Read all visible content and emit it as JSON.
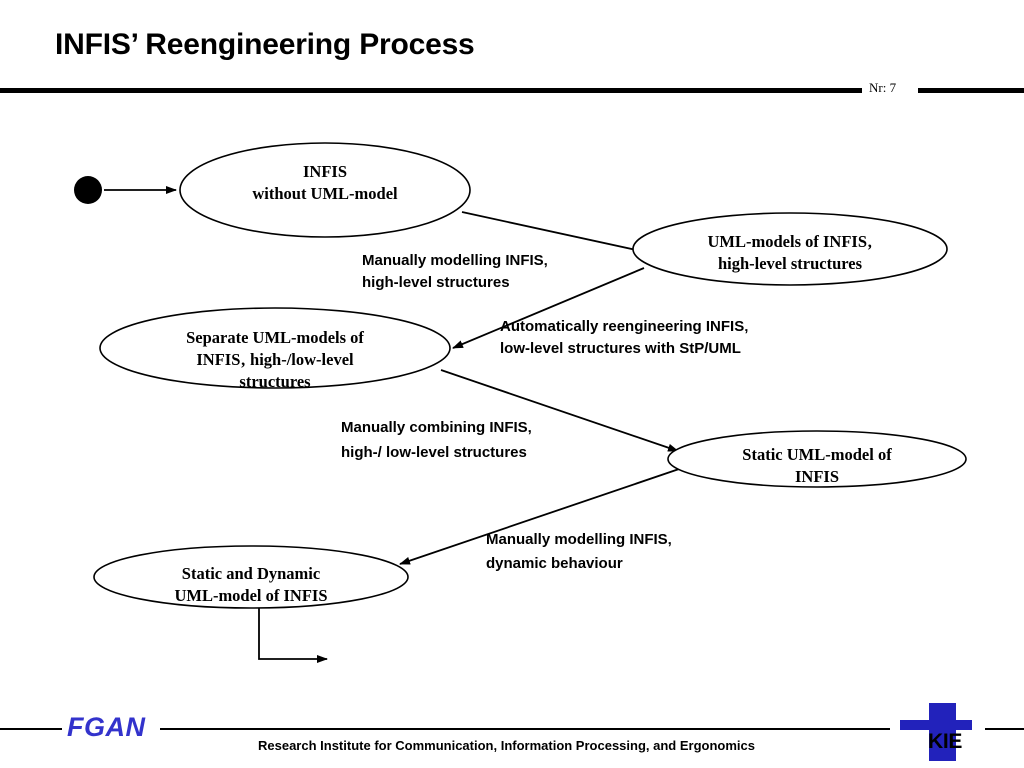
{
  "header": {
    "title": "INFIS’ Reengineering Process",
    "slide_number": "Nr: 7"
  },
  "diagram": {
    "type": "uml-state-diagram",
    "start_node": "initial-state",
    "nodes": [
      {
        "id": "n1",
        "lines": [
          "INFIS",
          "without UML-model"
        ]
      },
      {
        "id": "n2",
        "lines": [
          "UML-models of INFIS‚",
          "high-level structures"
        ]
      },
      {
        "id": "n3",
        "lines": [
          "Separate UML-models of",
          "INFIS‚ high-/low-level",
          "structures"
        ]
      },
      {
        "id": "n4",
        "lines": [
          "Static UML-model of",
          "INFIS"
        ]
      },
      {
        "id": "n5",
        "lines": [
          "Static and Dynamic",
          "UML-model of INFIS"
        ]
      }
    ],
    "transitions": [
      {
        "id": "t1",
        "from": "n1",
        "to": "n2",
        "lines": [
          "Manually modelling INFIS‚",
          "high-level structures"
        ]
      },
      {
        "id": "t2",
        "from": "n2",
        "to": "n3",
        "lines": [
          "Automatically reengineering INFIS‚",
          "low-level structures with StP/UML"
        ]
      },
      {
        "id": "t3",
        "from": "n3",
        "to": "n4",
        "lines": [
          "Manually combining INFIS‚",
          "high-/ low-level structures"
        ]
      },
      {
        "id": "t4",
        "from": "n4",
        "to": "n5",
        "lines": [
          "Manually modelling INFIS‚",
          "dynamic behaviour"
        ]
      },
      {
        "id": "t5",
        "from": "n5",
        "to": "out",
        "lines": []
      }
    ]
  },
  "footer": {
    "org_logo": "FGAN",
    "institute": "Research Institute for Communication, Information Processing, and Ergonomics",
    "fkie_mark": "KIE"
  },
  "colors": {
    "brand_blue": "#3333cc",
    "ink": "#000000",
    "background": "#ffffff"
  }
}
